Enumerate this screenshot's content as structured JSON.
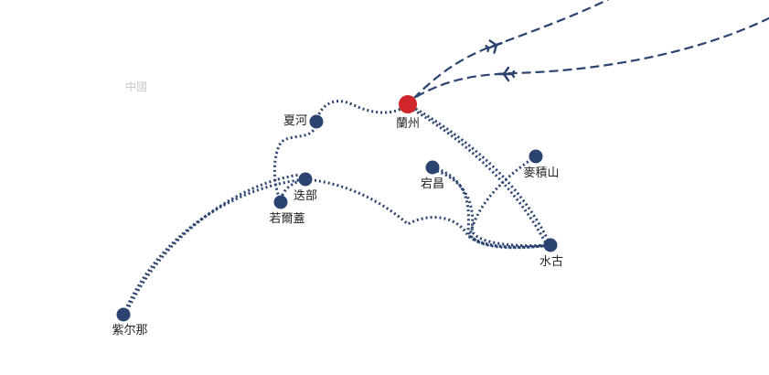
{
  "map": {
    "country_label": "中國",
    "colors": {
      "route": "#2b4370",
      "station": "#2b4370",
      "origin": "#d0262b"
    },
    "origin": {
      "name": "蘭州",
      "icon": "origin-marker"
    },
    "stations": [
      {
        "name": "夏河"
      },
      {
        "name": "迭部"
      },
      {
        "name": "若爾蓋"
      },
      {
        "name": "紫尔那"
      },
      {
        "name": "宕昌"
      },
      {
        "name": "麥積山"
      },
      {
        "name": "水古"
      }
    ],
    "flight_icon": "airplane-icon"
  }
}
